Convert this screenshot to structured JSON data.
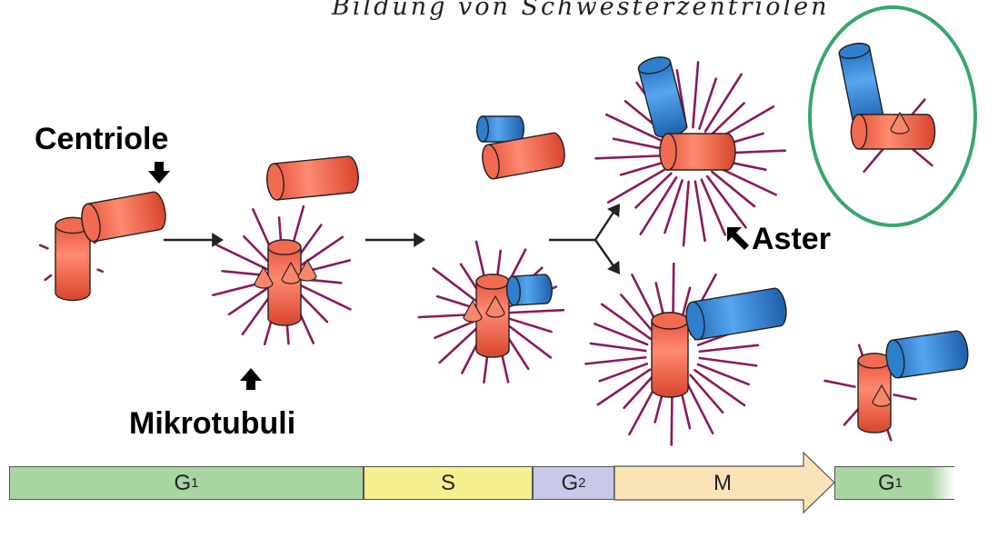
{
  "heading": "Bildung von Schwesterzentriolen",
  "labels": {
    "centriole": "Centriole",
    "microtubules": "Mikrotubuli",
    "aster": "Aster"
  },
  "cell_cycle": [
    {
      "name": "G1",
      "base": "G",
      "sub": "1",
      "color": "#a8d5a2"
    },
    {
      "name": "S",
      "base": "S",
      "sub": "",
      "color": "#f6ef8e"
    },
    {
      "name": "G2",
      "base": "G",
      "sub": "2",
      "color": "#c8c8ea"
    },
    {
      "name": "M",
      "base": "M",
      "sub": "",
      "color": "#fbe3b8"
    },
    {
      "name": "G1",
      "base": "G",
      "sub": "1",
      "color": "#a8d5a2"
    }
  ],
  "colors": {
    "mother_centriole": "#f26b50",
    "daughter_centriole": "#2f7fcf",
    "microtubule": "#8b1a5c",
    "highlight_ellipse": "#3aa66e"
  }
}
